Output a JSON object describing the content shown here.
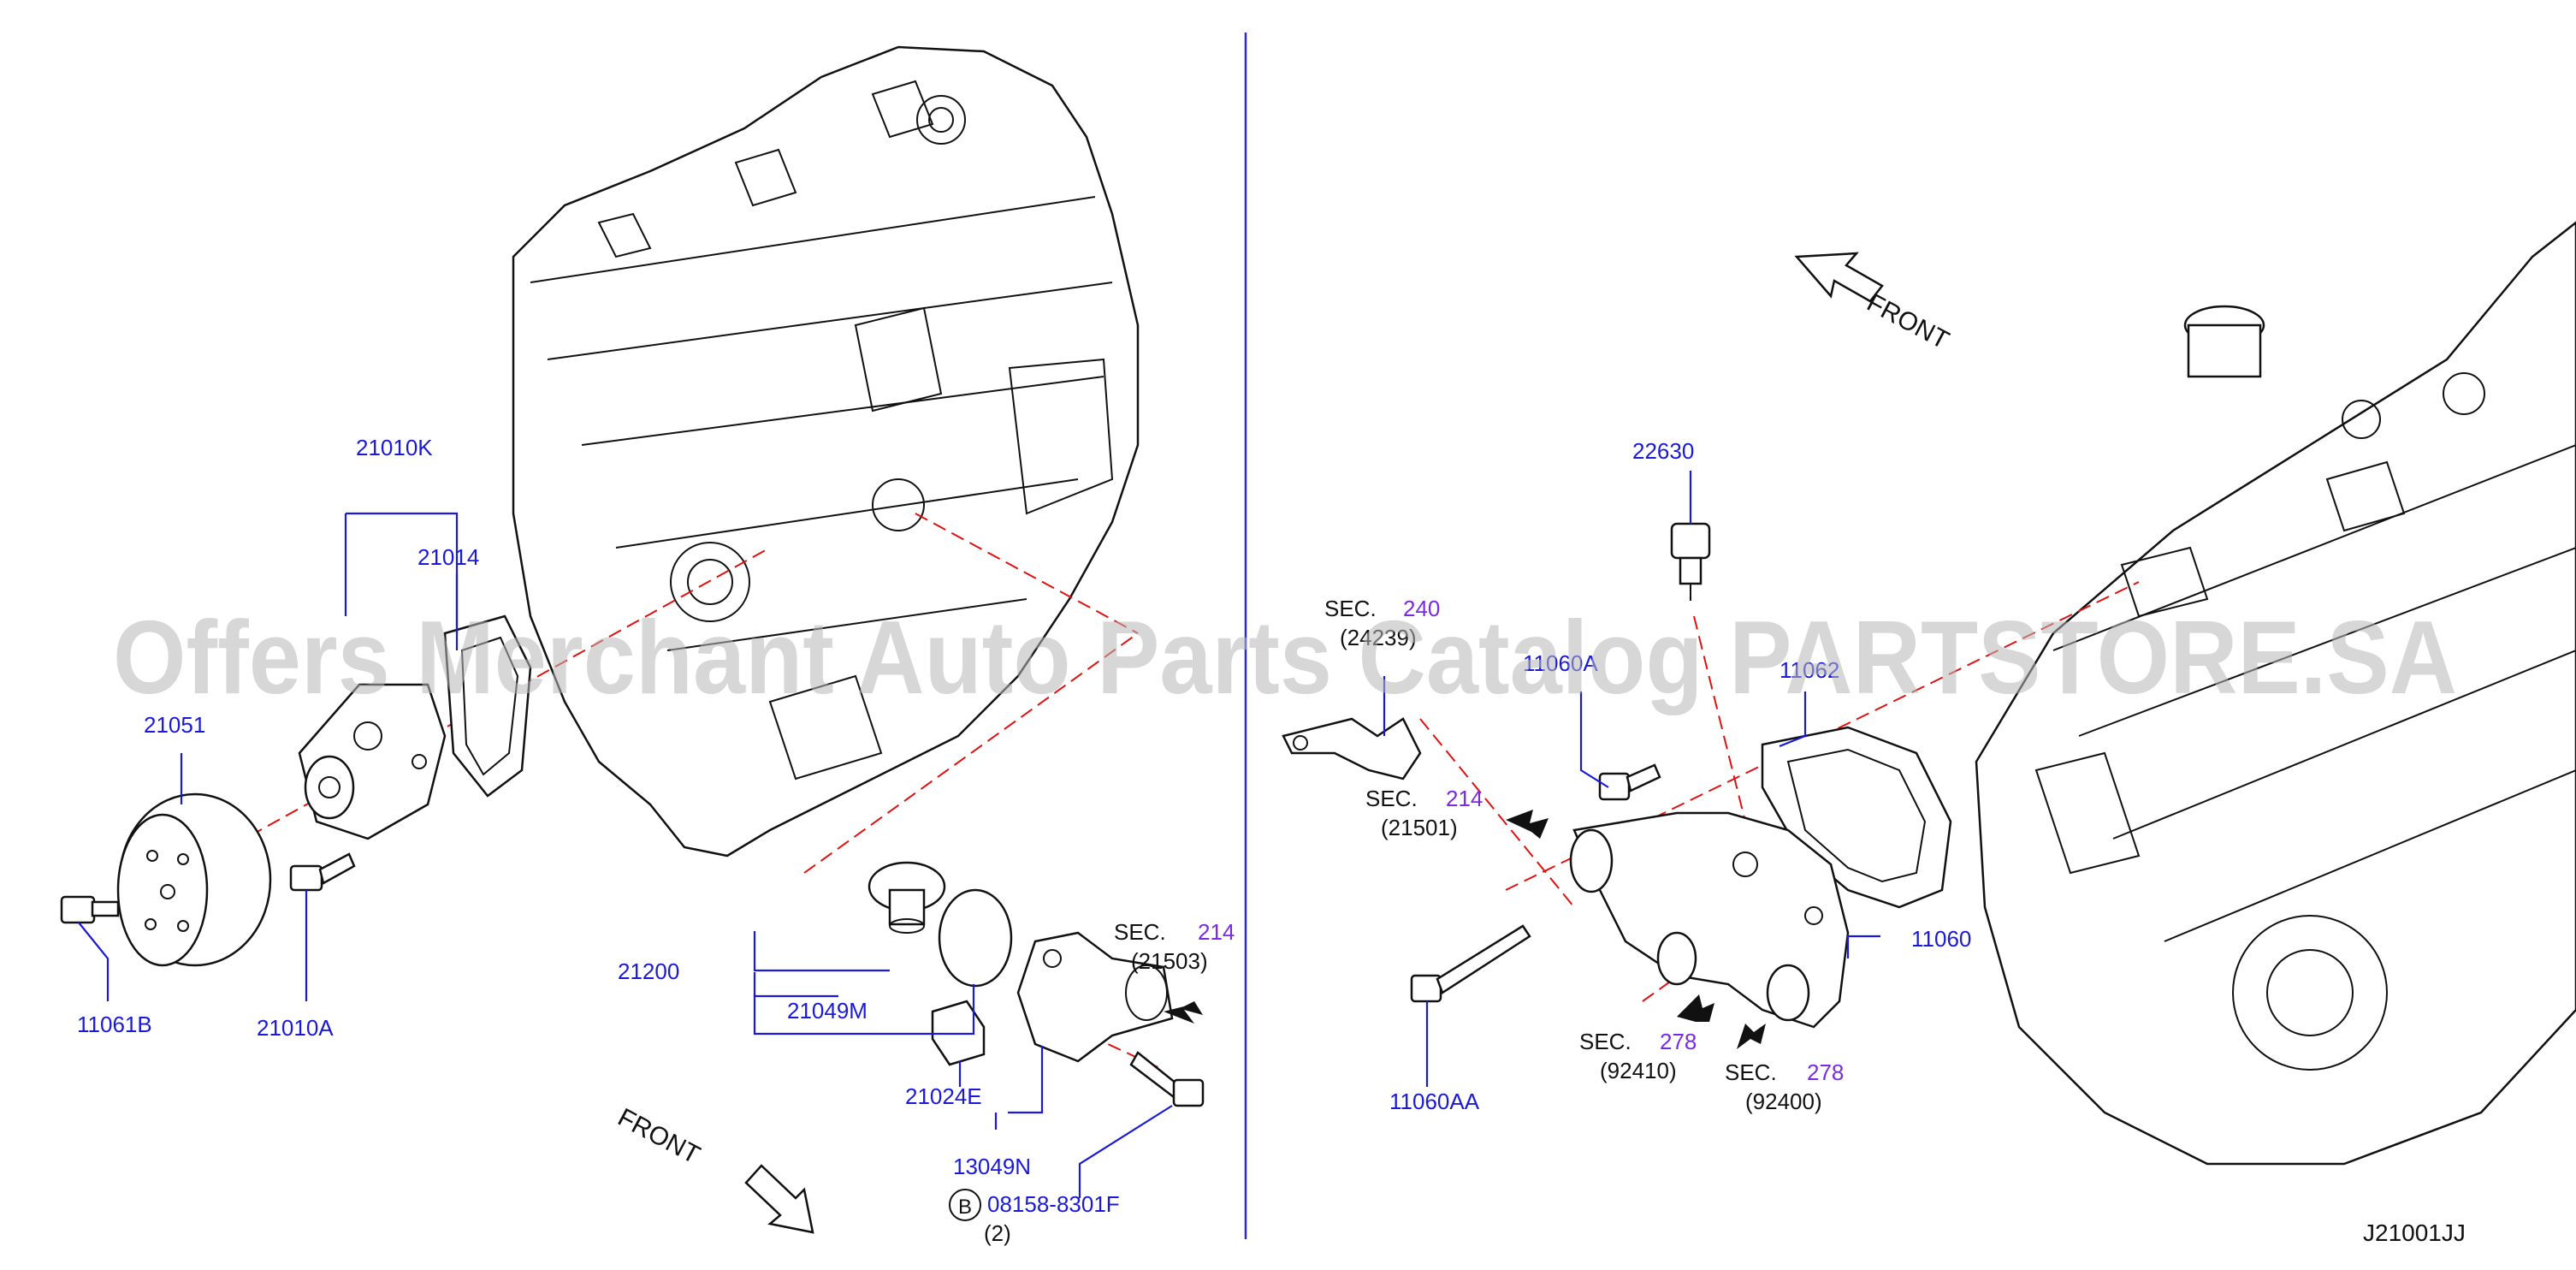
{
  "diagram": {
    "code": "J21001JJ",
    "watermark": "Offers Merchant Auto Parts Catalog PARTSTORE.SA",
    "colors": {
      "part_number": "#1a1ad6",
      "section_number": "#7a2be2",
      "leader": "#1a1ad6",
      "centerline": "#e01010",
      "ink": "#111111",
      "divider": "#2a2adb"
    },
    "front_labels": {
      "left": "FRONT",
      "right": "FRONT"
    },
    "parts": {
      "p21010K": "21010K",
      "p21014": "21014",
      "p21051": "21051",
      "p11061B": "11061B",
      "p21010A": "21010A",
      "p21200": "21200",
      "p21049M": "21049M",
      "p21024E": "21024E",
      "p13049N": "13049N",
      "p08158": "08158-8301F",
      "p08158_qty": "(2)",
      "p08158_marker": "B",
      "p22630": "22630",
      "p11060A": "11060A",
      "p11062": "11062",
      "p11060": "11060",
      "p11060AA": "11060AA"
    },
    "sections": {
      "s214_left": {
        "prefix": "SEC.",
        "number": "214",
        "ref": "(21503)"
      },
      "s240": {
        "prefix": "SEC.",
        "number": "240",
        "ref": "(24239)"
      },
      "s214_right": {
        "prefix": "SEC.",
        "number": "214",
        "ref": "(21501)"
      },
      "s278_a": {
        "prefix": "SEC.",
        "number": "278",
        "ref": "(92410)"
      },
      "s278_b": {
        "prefix": "SEC.",
        "number": "278",
        "ref": "(92400)"
      }
    }
  }
}
